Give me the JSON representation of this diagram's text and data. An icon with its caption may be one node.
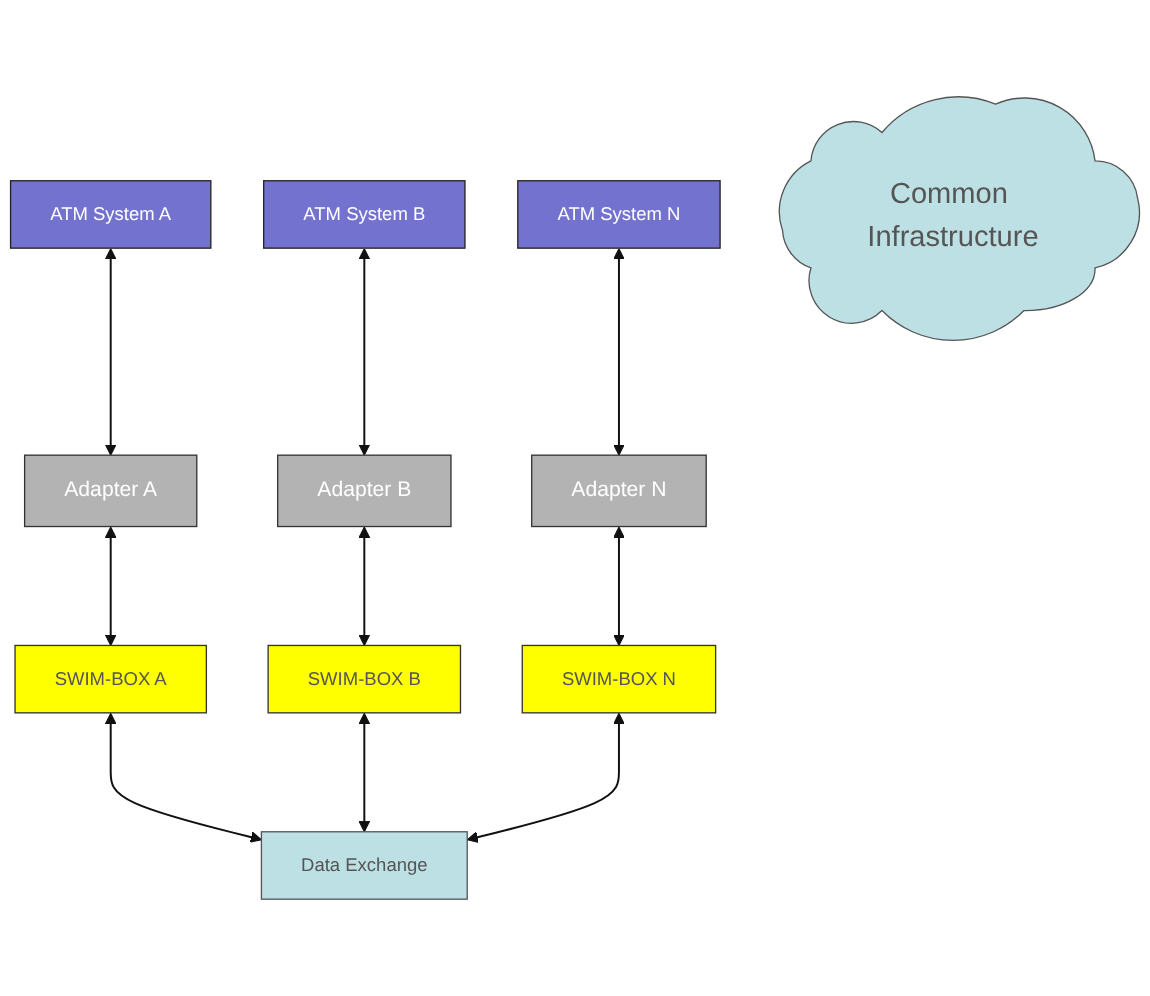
{
  "diagram": {
    "nodes": [
      {
        "text": [
          "ATM System A"
        ]
      },
      {
        "text": [
          "ATM System B"
        ]
      },
      {
        "text": [
          "ATM System N"
        ]
      },
      {
        "text": [
          "Adapter A"
        ]
      },
      {
        "text": [
          "Adapter B"
        ]
      },
      {
        "text": [
          "Adapter N"
        ]
      },
      {
        "text": [
          "SWIM-BOX A"
        ]
      },
      {
        "text": [
          "SWIM-BOX B"
        ]
      },
      {
        "text": [
          "SWIM-BOX N"
        ]
      },
      {
        "text": [
          "Data Exchange"
        ]
      },
      {
        "text": [
          "Common Infrastructure"
        ]
      }
    ],
    "edges": [
      {
        "from": 0,
        "to": 3,
        "arrow": "both"
      },
      {
        "from": 3,
        "to": 6,
        "arrow": "both"
      },
      {
        "from": 1,
        "to": 4,
        "arrow": "both"
      },
      {
        "from": 4,
        "to": 7,
        "arrow": "both"
      },
      {
        "from": 2,
        "to": 5,
        "arrow": "both"
      },
      {
        "from": 5,
        "to": 8,
        "arrow": "both"
      },
      {
        "from": 6,
        "to": 9,
        "arrow": "both"
      },
      {
        "from": 7,
        "to": 9,
        "arrow": "both"
      },
      {
        "from": 8,
        "to": 9,
        "arrow": "both"
      }
    ]
  }
}
